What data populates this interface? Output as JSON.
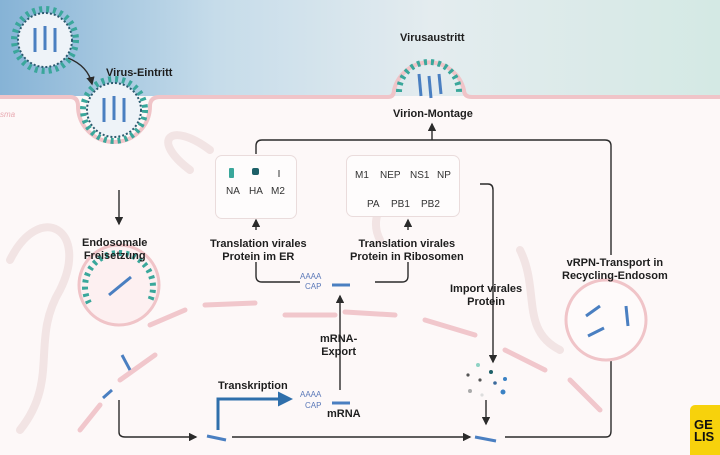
{
  "labels": {
    "virus_entry": "Virus-Eintritt",
    "virus_exit": "Virusaustritt",
    "virion_assembly": "Virion-Montage",
    "endosomal_release": [
      "Endosomale",
      "Freisetzung"
    ],
    "translation_er": [
      "Translation virales",
      "Protein im ER"
    ],
    "translation_ribosomes": [
      "Translation virales",
      "Protein in Ribosomen"
    ],
    "import_protein": [
      "Import virales",
      "Protein"
    ],
    "vrpn_transport": [
      "vRPN-Transport in",
      "Recycling-Endosom"
    ],
    "mrna_export": [
      "mRNA-",
      "Export"
    ],
    "transcription": "Transkription",
    "mrna": "mRNA",
    "plasma_partial": "sma"
  },
  "mrna_tags": {
    "polya": "AAAA",
    "cap": "CAP"
  },
  "er_proteins": [
    "NA",
    "HA",
    "M2"
  ],
  "ribosome_proteins_row1": [
    "M1",
    "NEP",
    "NS1",
    "NP"
  ],
  "ribosome_proteins_row2": [
    "PA",
    "PB1",
    "PB2"
  ],
  "logo": [
    "GE",
    "LIS"
  ],
  "colors": {
    "arrow": "#2b2b2b",
    "transcription_arrow": "#2f6fab",
    "membrane": "#f0c4c8",
    "viral_teal": "#3aa79b",
    "viral_dark": "#1d6068",
    "rna_blue": "#4a7fc1",
    "logo_yellow": "#f7d20c"
  }
}
